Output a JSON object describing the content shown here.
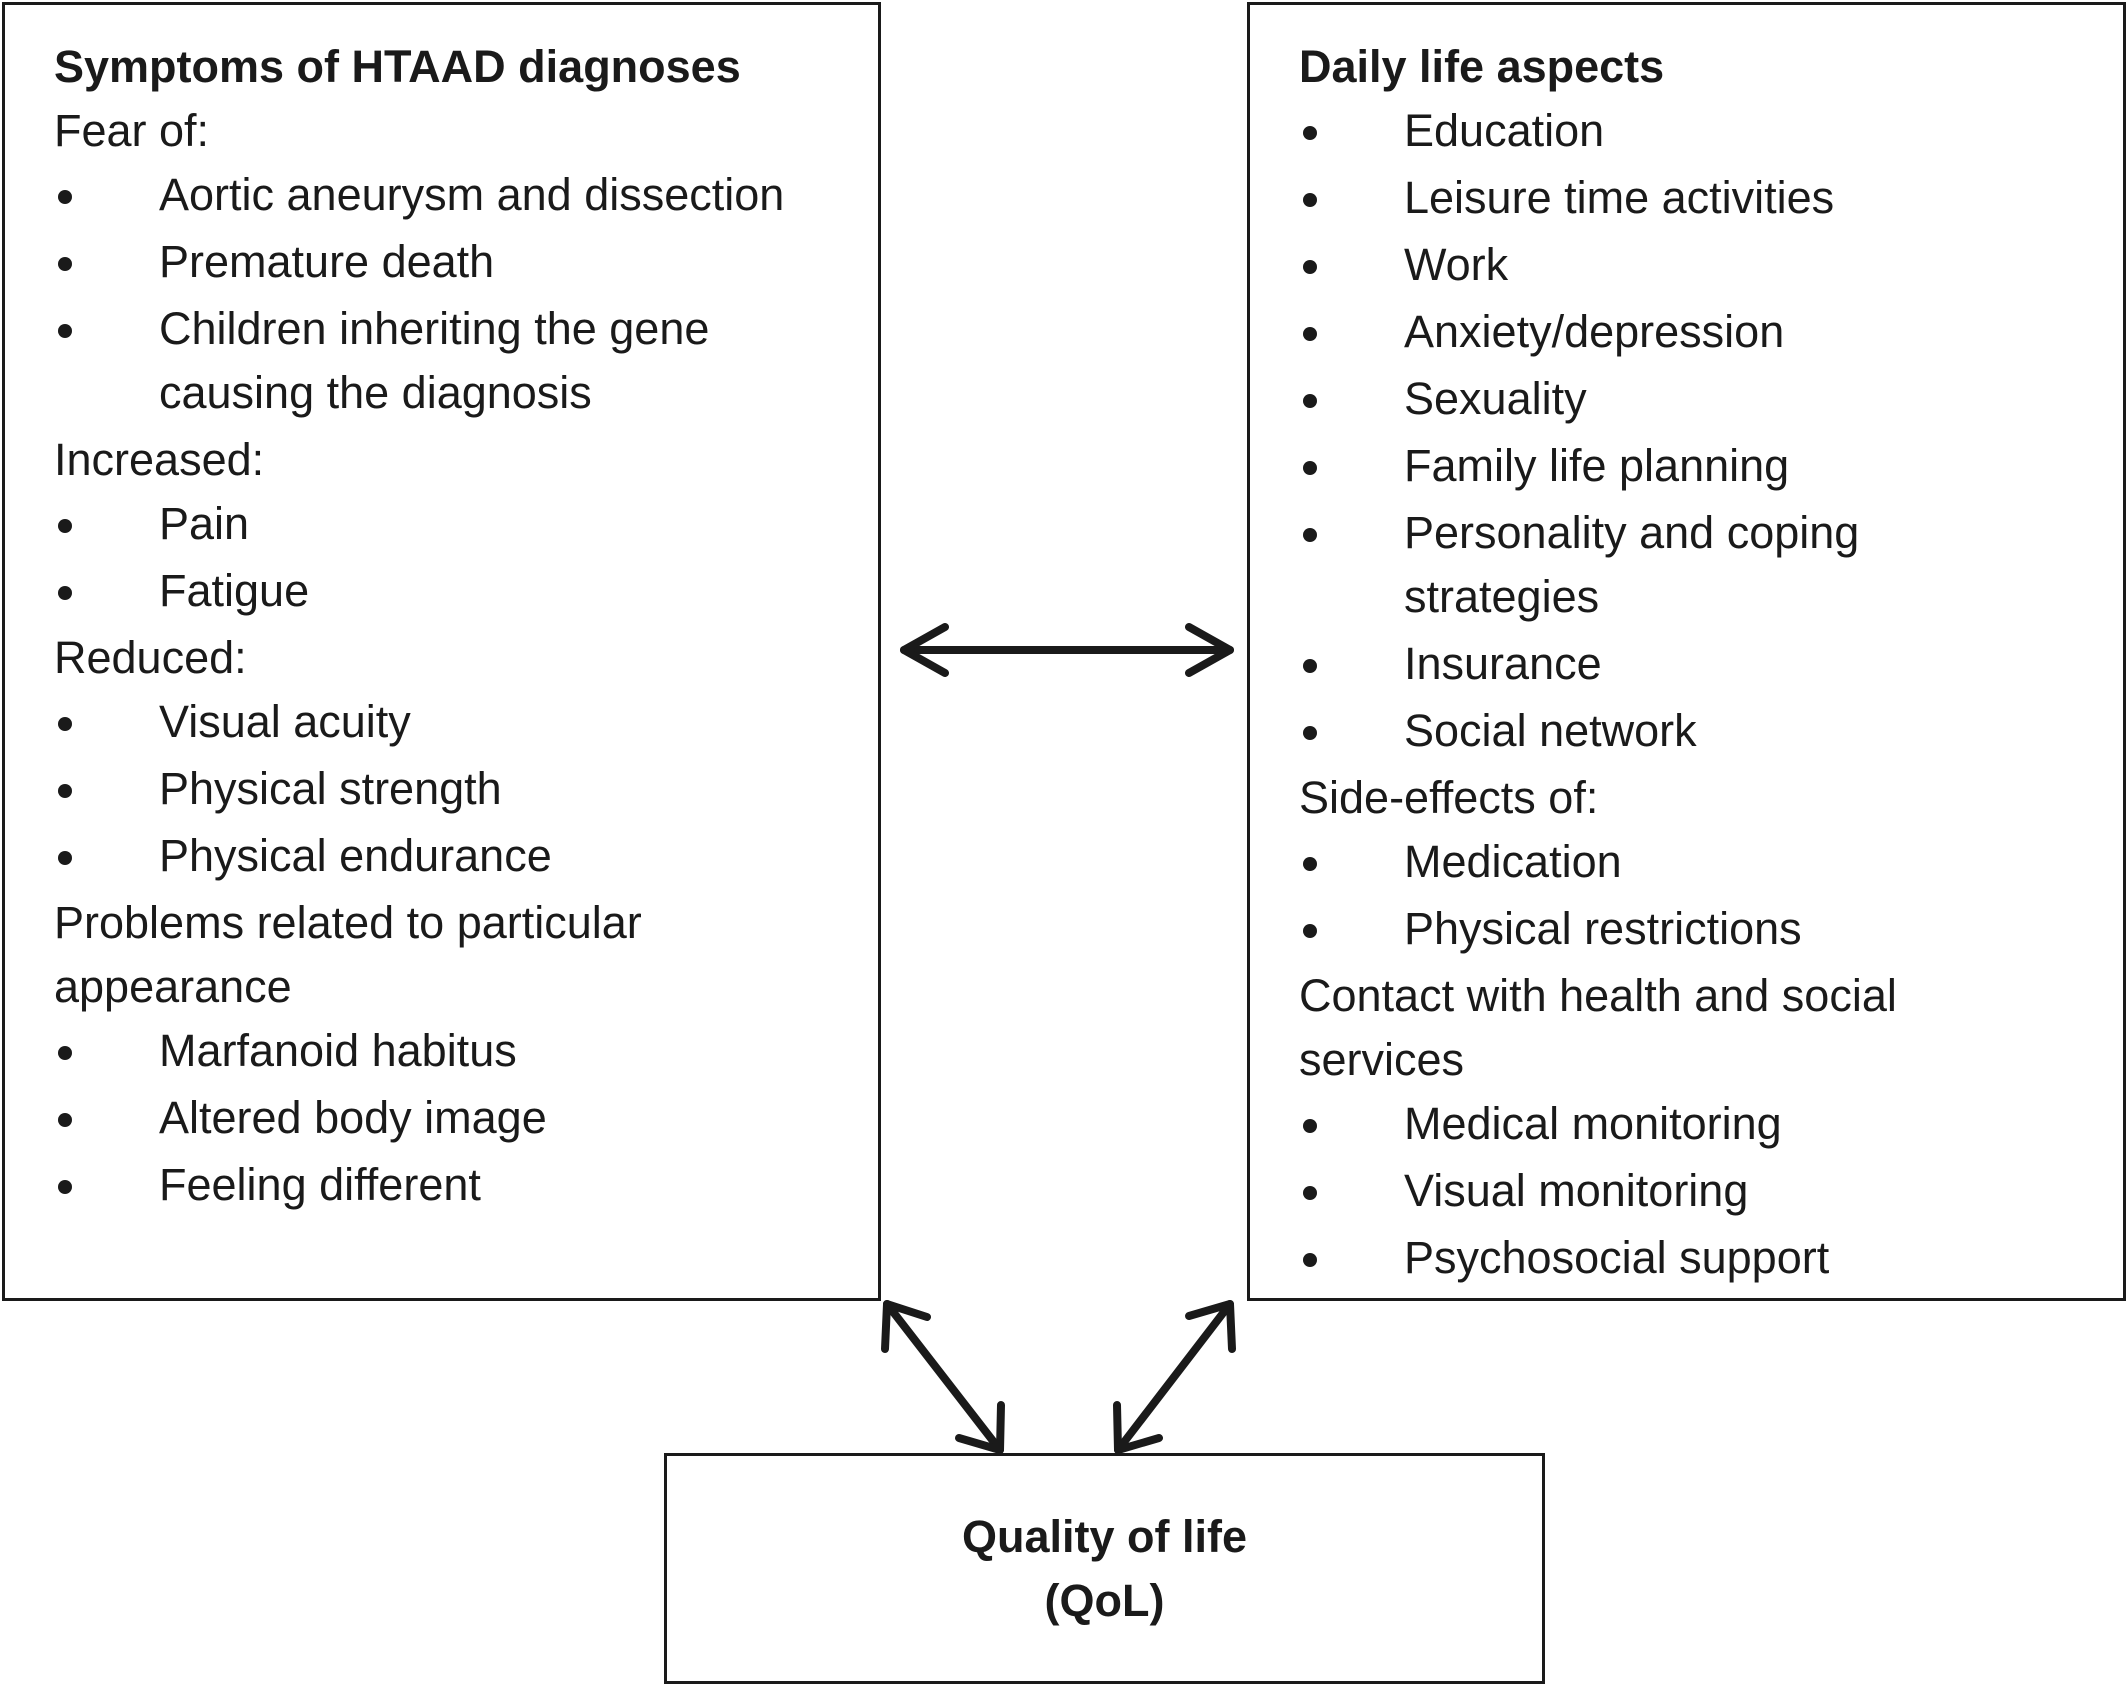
{
  "left_box": {
    "title": "Symptoms of HTAAD diagnoses",
    "sections": [
      {
        "heading": "Fear of:",
        "items": [
          "Aortic aneurysm and dissection",
          "Premature death",
          "Children inheriting the gene causing the diagnosis"
        ]
      },
      {
        "heading": "Increased:",
        "items": [
          "Pain",
          "Fatigue"
        ]
      },
      {
        "heading": "Reduced:",
        "items": [
          "Visual acuity",
          "Physical strength",
          "Physical endurance"
        ]
      },
      {
        "heading": "Problems related to particular appearance",
        "items": [
          "Marfanoid habitus",
          "Altered body image",
          "Feeling different"
        ]
      }
    ]
  },
  "right_box": {
    "title": "Daily life aspects",
    "sections": [
      {
        "heading": "",
        "items": [
          "Education",
          "Leisure time activities",
          "Work",
          "Anxiety/depression",
          "Sexuality",
          "Family life planning",
          "Personality and coping strategies",
          "Insurance",
          "Social network"
        ]
      },
      {
        "heading": "Side-effects of:",
        "items": [
          "Medication",
          "Physical restrictions"
        ]
      },
      {
        "heading": "Contact with health and social services",
        "items": [
          "Medical monitoring",
          "Visual monitoring",
          "Psychosocial support"
        ]
      }
    ]
  },
  "bottom_box": {
    "title_line1": "Quality of life",
    "title_line2": "(QoL)"
  }
}
